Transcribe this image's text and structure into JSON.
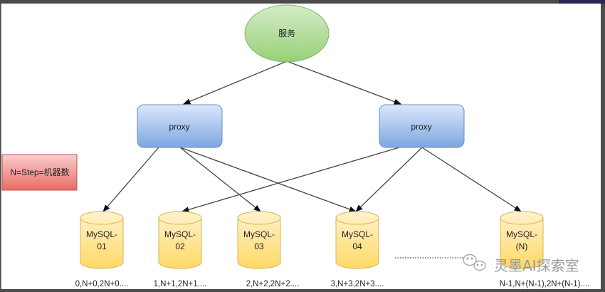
{
  "diagram": {
    "service": {
      "label": "服务"
    },
    "proxies": [
      {
        "label": "proxy"
      },
      {
        "label": "proxy"
      }
    ],
    "note": {
      "label": "N=Step=机器数"
    },
    "databases": [
      {
        "line1": "MySQL-",
        "line2": "01",
        "sequence": "0,N+0,2N+0...."
      },
      {
        "line1": "MySQL-",
        "line2": "02",
        "sequence": "1,N+1,2N+1...."
      },
      {
        "line1": "MySQL-",
        "line2": "03",
        "sequence": "2,N+2,2N+2...."
      },
      {
        "line1": "MySQL-",
        "line2": "04",
        "sequence": "3,N+3,2N+3...."
      },
      {
        "line1": "MySQL-",
        "line2": "(N)",
        "sequence": "N-1,N+(N-1),2N+(N-1)...."
      }
    ],
    "ellipsis": "......................",
    "watermark": "灵墨AI探索室",
    "edges": [
      {
        "from": "service",
        "to": "proxy-1"
      },
      {
        "from": "service",
        "to": "proxy-2"
      },
      {
        "from": "proxy-1",
        "to": "mysql-01"
      },
      {
        "from": "proxy-1",
        "to": "mysql-03"
      },
      {
        "from": "proxy-1",
        "to": "mysql-04"
      },
      {
        "from": "proxy-2",
        "to": "mysql-02"
      },
      {
        "from": "proxy-2",
        "to": "mysql-04"
      },
      {
        "from": "proxy-2",
        "to": "mysql-n"
      }
    ],
    "colors": {
      "service_fill": "#a9d98f",
      "service_stroke": "#82b366",
      "proxy_fill": "#a9c4eb",
      "proxy_stroke": "#6c8ebf",
      "note_fill": "#f08080",
      "note_stroke": "#b85450",
      "db_fill": "#fde9a0",
      "db_stroke": "#d6b656",
      "edge": "#444444"
    }
  }
}
